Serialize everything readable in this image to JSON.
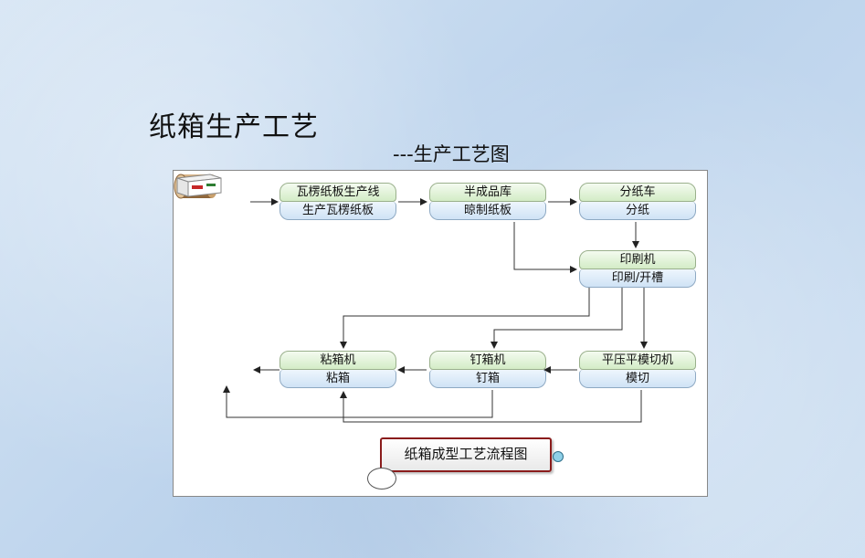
{
  "title": "纸箱生产工艺",
  "subtitle": "---生产工艺图",
  "nodes": {
    "corrugated_line": {
      "top": "瓦楞纸板生产线",
      "bottom": "生产瓦楞纸板"
    },
    "semi_store": {
      "top": "半成品库",
      "bottom": "晾制纸板"
    },
    "slitter": {
      "top": "分纸车",
      "bottom": "分纸"
    },
    "printer": {
      "top": "印刷机",
      "bottom": "印刷/开槽"
    },
    "die_cutter": {
      "top": "平压平模切机",
      "bottom": "模切"
    },
    "stitcher": {
      "top": "钉箱机",
      "bottom": "钉箱"
    },
    "gluer": {
      "top": "粘箱机",
      "bottom": "粘箱"
    }
  },
  "legend": {
    "label": "纸箱成型工艺流程图"
  },
  "icons": {
    "input": "paper-roll-icon",
    "output": "carton-box-icon"
  }
}
